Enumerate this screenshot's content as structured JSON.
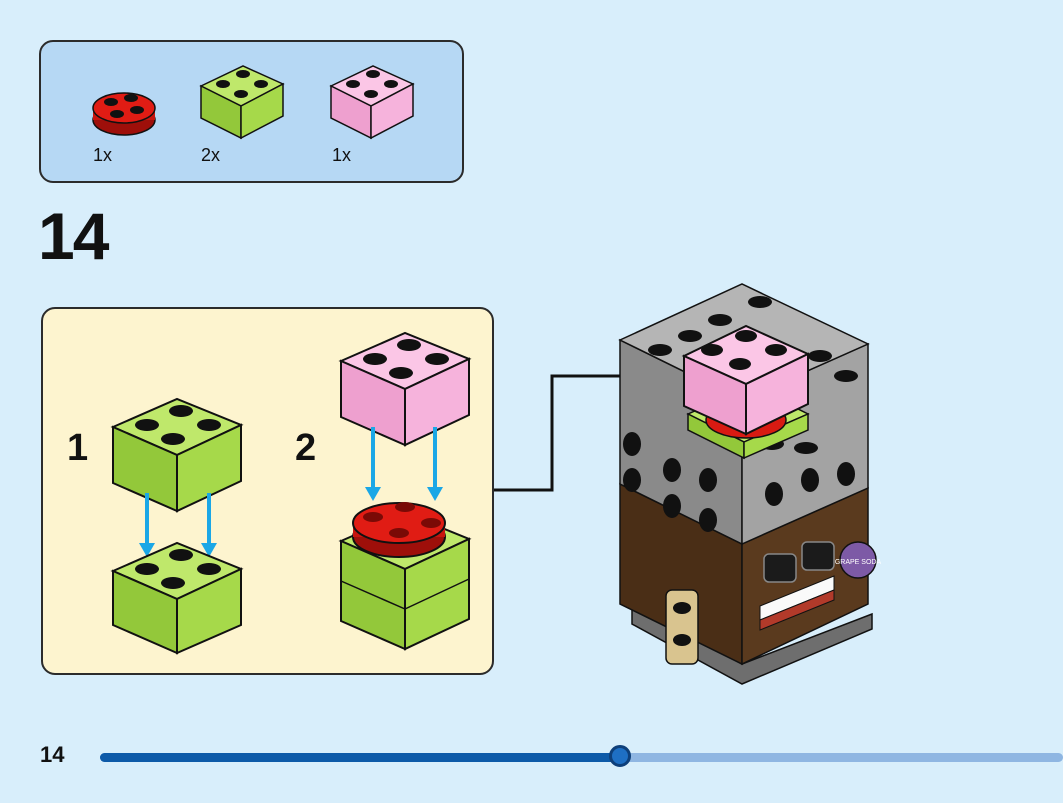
{
  "page": {
    "step_number": "14",
    "page_number": "14",
    "progress": 0.54
  },
  "parts": [
    {
      "name": "red round plate 2x2",
      "qty": "1x",
      "color": "#d81a12"
    },
    {
      "name": "lime brick 2x2",
      "qty": "2x",
      "color": "#a6d94a"
    },
    {
      "name": "pink brick 2x2",
      "qty": "1x",
      "color": "#f6a9d8"
    }
  ],
  "substeps": [
    {
      "label": "1"
    },
    {
      "label": "2"
    }
  ],
  "colors": {
    "background": "#d8eefb",
    "parts_box": "#b6d8f4",
    "substep_box": "#fdf4cf",
    "progress_fill": "#0d5aa8",
    "progress_track": "#8fb6e2",
    "lime": "#a6d94a",
    "pink": "#f6a9d8",
    "red": "#d81a12",
    "gray": "#a3a3a3",
    "brown": "#5a3a1e",
    "tan": "#d9c48f",
    "arrow_blue": "#1aa7e6"
  },
  "model": {
    "badge_text": "GRAPE SODA"
  }
}
